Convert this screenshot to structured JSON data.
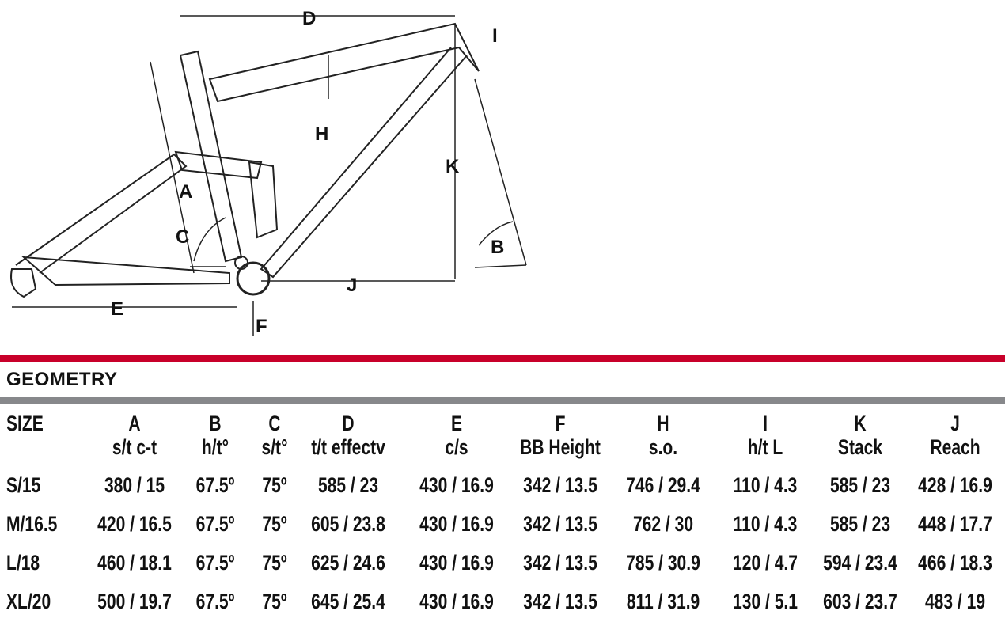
{
  "diagram": {
    "labels": {
      "A": "A",
      "B": "B",
      "C": "C",
      "D": "D",
      "E": "E",
      "F": "F",
      "H": "H",
      "I": "I",
      "J": "J",
      "K": "K"
    }
  },
  "section_title": "GEOMETRY",
  "colors": {
    "accent": "#c8002a",
    "divider": "#87888b"
  },
  "table": {
    "columns": [
      {
        "key": "SIZE",
        "sub": ""
      },
      {
        "key": "A",
        "sub": "s/t c-t"
      },
      {
        "key": "B",
        "sub": "h/t°"
      },
      {
        "key": "C",
        "sub": "s/t°"
      },
      {
        "key": "D",
        "sub": "t/t effectv"
      },
      {
        "key": "E",
        "sub": "c/s"
      },
      {
        "key": "F",
        "sub": "BB Height"
      },
      {
        "key": "H",
        "sub": "s.o."
      },
      {
        "key": "I",
        "sub": "h/t L"
      },
      {
        "key": "K",
        "sub": "Stack"
      },
      {
        "key": "J",
        "sub": "Reach"
      }
    ],
    "rows": [
      [
        "S/15",
        "380 / 15",
        "67.5º",
        "75º",
        "585 / 23",
        "430 / 16.9",
        "342 / 13.5",
        "746 / 29.4",
        "110 / 4.3",
        "585 / 23",
        "428 / 16.9"
      ],
      [
        "M/16.5",
        "420 / 16.5",
        "67.5º",
        "75º",
        "605 / 23.8",
        "430 / 16.9",
        "342 / 13.5",
        "762 / 30",
        "110 / 4.3",
        "585 / 23",
        "448 / 17.7"
      ],
      [
        "L/18",
        "460 / 18.1",
        "67.5º",
        "75º",
        "625 / 24.6",
        "430 / 16.9",
        "342 / 13.5",
        "785 / 30.9",
        "120 / 4.7",
        "594 / 23.4",
        "466 / 18.3"
      ],
      [
        "XL/20",
        "500 / 19.7",
        "67.5º",
        "75º",
        "645 / 25.4",
        "430 / 16.9",
        "342 / 13.5",
        "811 / 31.9",
        "130 / 5.1",
        "603 / 23.7",
        "483 / 19"
      ]
    ]
  }
}
